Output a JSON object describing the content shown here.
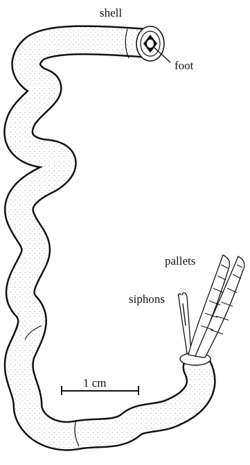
{
  "figure": {
    "labels": {
      "shell": "shell",
      "foot": "foot",
      "pallets": "pallets",
      "siphons": "siphons"
    },
    "scale_bar": {
      "label": "1 cm"
    }
  }
}
